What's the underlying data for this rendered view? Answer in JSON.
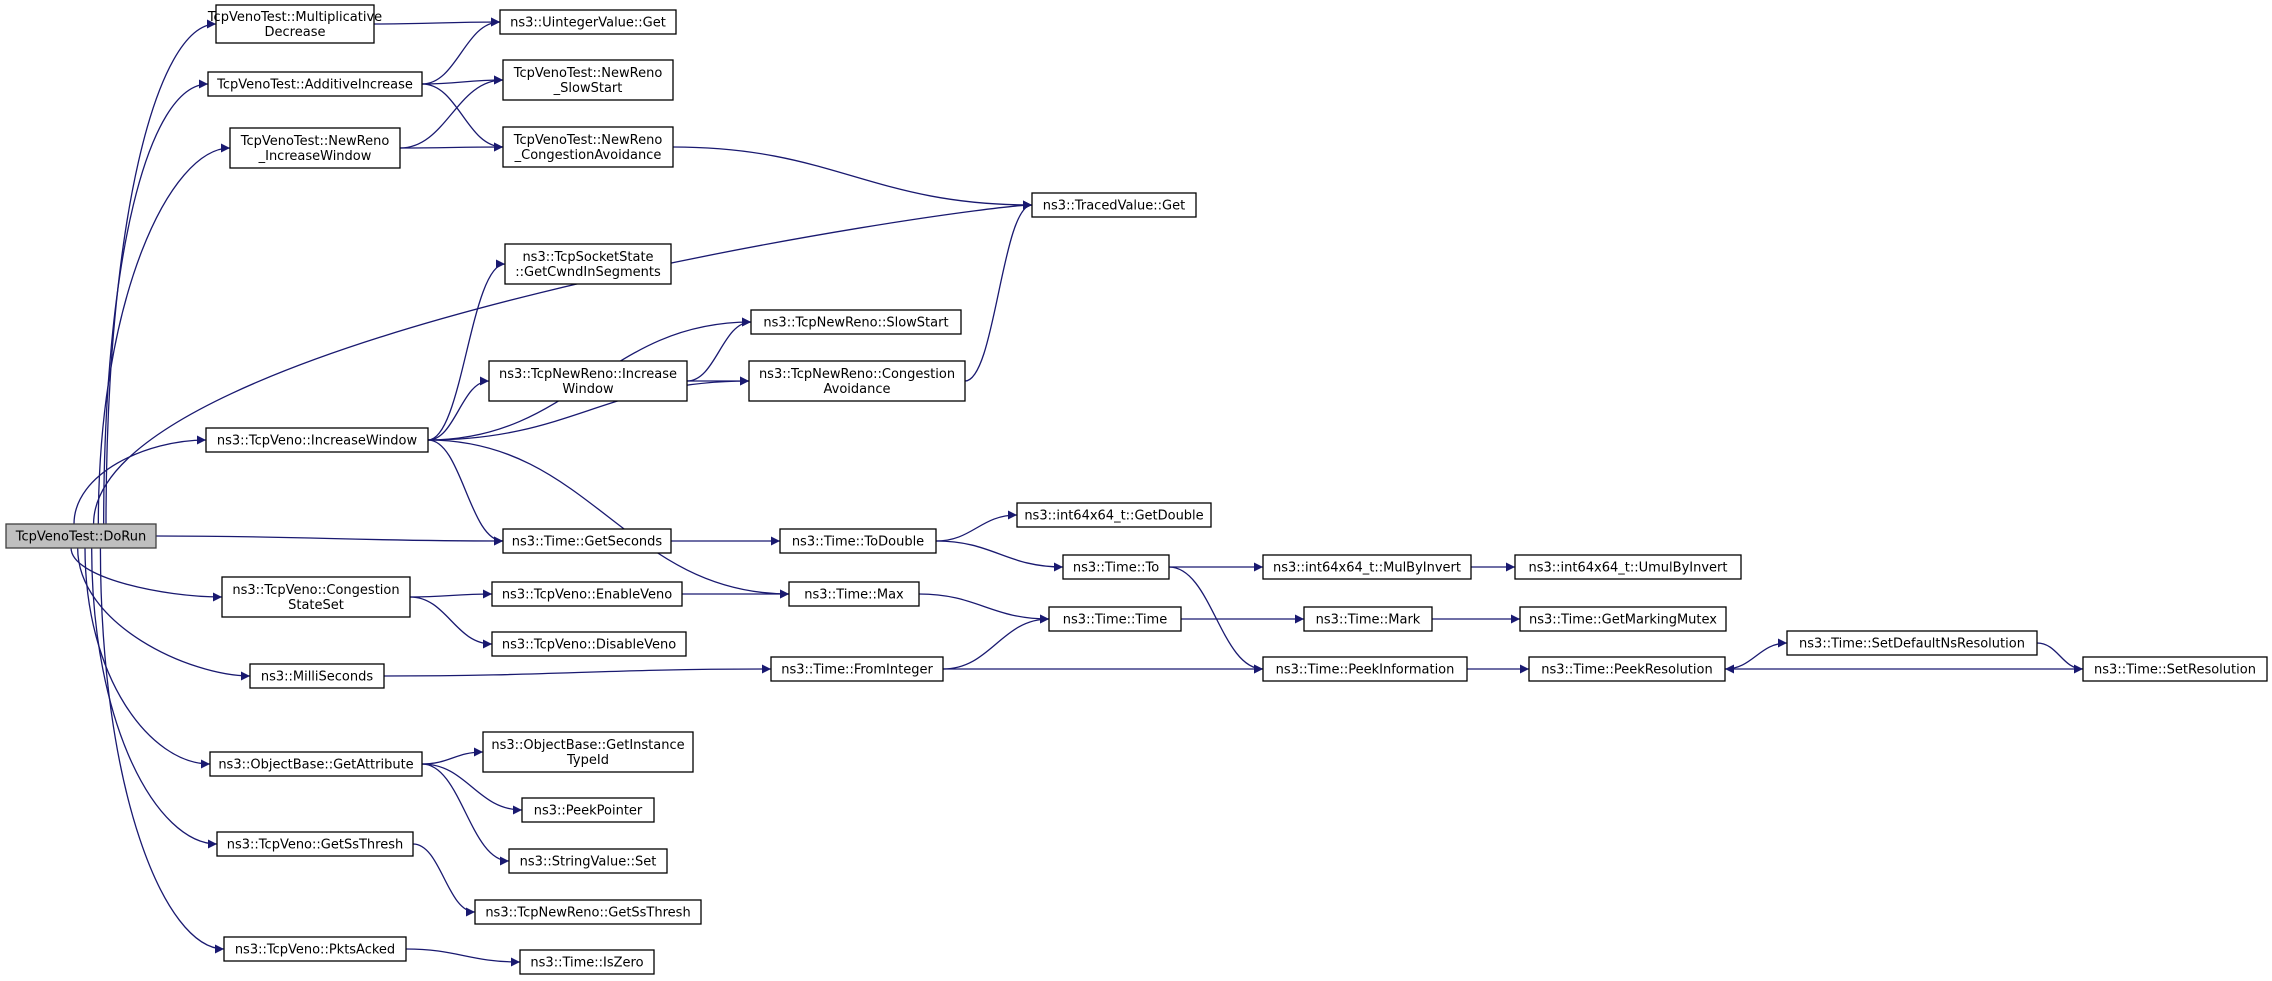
{
  "nodes": [
    {
      "id": "dorun",
      "lines": [
        "TcpVenoTest::DoRun"
      ],
      "root": true
    },
    {
      "id": "muldec",
      "lines": [
        "TcpVenoTest::Multiplicative",
        "Decrease"
      ]
    },
    {
      "id": "uintget",
      "lines": [
        "ns3::UintegerValue::Get"
      ]
    },
    {
      "id": "addinc",
      "lines": [
        "TcpVenoTest::AdditiveIncrease"
      ]
    },
    {
      "id": "nrslow",
      "lines": [
        "TcpVenoTest::NewReno",
        "_SlowStart"
      ]
    },
    {
      "id": "nrinc",
      "lines": [
        "TcpVenoTest::NewReno",
        "_IncreaseWindow"
      ]
    },
    {
      "id": "nrca",
      "lines": [
        "TcpVenoTest::NewReno",
        "_CongestionAvoidance"
      ]
    },
    {
      "id": "tracedget",
      "lines": [
        "ns3::TracedValue::Get"
      ]
    },
    {
      "id": "getcwnd",
      "lines": [
        "ns3::TcpSocketState",
        "::GetCwndInSegments"
      ]
    },
    {
      "id": "tnrslow",
      "lines": [
        "ns3::TcpNewReno::SlowStart"
      ]
    },
    {
      "id": "tnrinc",
      "lines": [
        "ns3::TcpNewReno::Increase",
        "Window"
      ]
    },
    {
      "id": "tnrca",
      "lines": [
        "ns3::TcpNewReno::Congestion",
        "Avoidance"
      ]
    },
    {
      "id": "venoinc",
      "lines": [
        "ns3::TcpVeno::IncreaseWindow"
      ]
    },
    {
      "id": "getdouble",
      "lines": [
        "ns3::int64x64_t::GetDouble"
      ]
    },
    {
      "id": "getseconds",
      "lines": [
        "ns3::Time::GetSeconds"
      ]
    },
    {
      "id": "todouble",
      "lines": [
        "ns3::Time::ToDouble"
      ]
    },
    {
      "id": "timeto",
      "lines": [
        "ns3::Time::To"
      ]
    },
    {
      "id": "mulbyinv",
      "lines": [
        "ns3::int64x64_t::MulByInvert"
      ]
    },
    {
      "id": "umulbyinv",
      "lines": [
        "ns3::int64x64_t::UmulByInvert"
      ]
    },
    {
      "id": "venocss",
      "lines": [
        "ns3::TcpVeno::Congestion",
        "StateSet"
      ]
    },
    {
      "id": "enableveno",
      "lines": [
        "ns3::TcpVeno::EnableVeno"
      ]
    },
    {
      "id": "timemax",
      "lines": [
        "ns3::Time::Max"
      ]
    },
    {
      "id": "timetime",
      "lines": [
        "ns3::Time::Time"
      ]
    },
    {
      "id": "timemark",
      "lines": [
        "ns3::Time::Mark"
      ]
    },
    {
      "id": "markingmutex",
      "lines": [
        "ns3::Time::GetMarkingMutex"
      ]
    },
    {
      "id": "disableveno",
      "lines": [
        "ns3::TcpVeno::DisableVeno"
      ]
    },
    {
      "id": "setdefault",
      "lines": [
        "ns3::Time::SetDefaultNsResolution"
      ]
    },
    {
      "id": "millis",
      "lines": [
        "ns3::MilliSeconds"
      ]
    },
    {
      "id": "fromint",
      "lines": [
        "ns3::Time::FromInteger"
      ]
    },
    {
      "id": "peekinfo",
      "lines": [
        "ns3::Time::PeekInformation"
      ]
    },
    {
      "id": "peekres",
      "lines": [
        "ns3::Time::PeekResolution"
      ]
    },
    {
      "id": "setres",
      "lines": [
        "ns3::Time::SetResolution"
      ]
    },
    {
      "id": "getattr",
      "lines": [
        "ns3::ObjectBase::GetAttribute"
      ]
    },
    {
      "id": "getinst",
      "lines": [
        "ns3::ObjectBase::GetInstance",
        "TypeId"
      ]
    },
    {
      "id": "peekptr",
      "lines": [
        "ns3::PeekPointer"
      ]
    },
    {
      "id": "strset",
      "lines": [
        "ns3::StringValue::Set"
      ]
    },
    {
      "id": "venossth",
      "lines": [
        "ns3::TcpVeno::GetSsThresh"
      ]
    },
    {
      "id": "tnrssth",
      "lines": [
        "ns3::TcpNewReno::GetSsThresh"
      ]
    },
    {
      "id": "pktsacked",
      "lines": [
        "ns3::TcpVeno::PktsAcked"
      ]
    },
    {
      "id": "iszero",
      "lines": [
        "ns3::Time::IsZero"
      ]
    }
  ],
  "edges": [
    [
      "dorun",
      "muldec"
    ],
    [
      "dorun",
      "addinc"
    ],
    [
      "dorun",
      "nrinc"
    ],
    [
      "dorun",
      "tracedget"
    ],
    [
      "dorun",
      "venoinc"
    ],
    [
      "dorun",
      "getseconds"
    ],
    [
      "dorun",
      "venocss"
    ],
    [
      "dorun",
      "millis"
    ],
    [
      "dorun",
      "getattr"
    ],
    [
      "dorun",
      "venossth"
    ],
    [
      "dorun",
      "pktsacked"
    ],
    [
      "muldec",
      "uintget"
    ],
    [
      "addinc",
      "uintget"
    ],
    [
      "addinc",
      "nrslow"
    ],
    [
      "addinc",
      "nrca"
    ],
    [
      "nrinc",
      "nrslow"
    ],
    [
      "nrinc",
      "nrca"
    ],
    [
      "nrca",
      "tracedget"
    ],
    [
      "venoinc",
      "getcwnd"
    ],
    [
      "venoinc",
      "tnrslow"
    ],
    [
      "venoinc",
      "tnrinc"
    ],
    [
      "venoinc",
      "tnrca"
    ],
    [
      "venoinc",
      "getseconds"
    ],
    [
      "venoinc",
      "timemax"
    ],
    [
      "tnrinc",
      "tnrslow"
    ],
    [
      "tnrinc",
      "tnrca"
    ],
    [
      "tnrca",
      "tracedget"
    ],
    [
      "getseconds",
      "todouble"
    ],
    [
      "todouble",
      "getdouble"
    ],
    [
      "todouble",
      "timeto"
    ],
    [
      "timeto",
      "mulbyinv"
    ],
    [
      "timeto",
      "peekinfo"
    ],
    [
      "mulbyinv",
      "umulbyinv"
    ],
    [
      "venocss",
      "enableveno"
    ],
    [
      "venocss",
      "disableveno"
    ],
    [
      "enableveno",
      "timemax"
    ],
    [
      "timemax",
      "timetime"
    ],
    [
      "timetime",
      "timemark"
    ],
    [
      "timemark",
      "markingmutex"
    ],
    [
      "millis",
      "fromint"
    ],
    [
      "fromint",
      "timetime"
    ],
    [
      "fromint",
      "peekinfo"
    ],
    [
      "peekinfo",
      "peekres"
    ],
    [
      "peekres",
      "setdefault"
    ],
    [
      "setdefault",
      "setres"
    ],
    [
      "setres",
      "peekres"
    ],
    [
      "getattr",
      "getinst"
    ],
    [
      "getattr",
      "peekptr"
    ],
    [
      "getattr",
      "strset"
    ],
    [
      "venossth",
      "tnrssth"
    ],
    [
      "pktsacked",
      "iszero"
    ]
  ]
}
